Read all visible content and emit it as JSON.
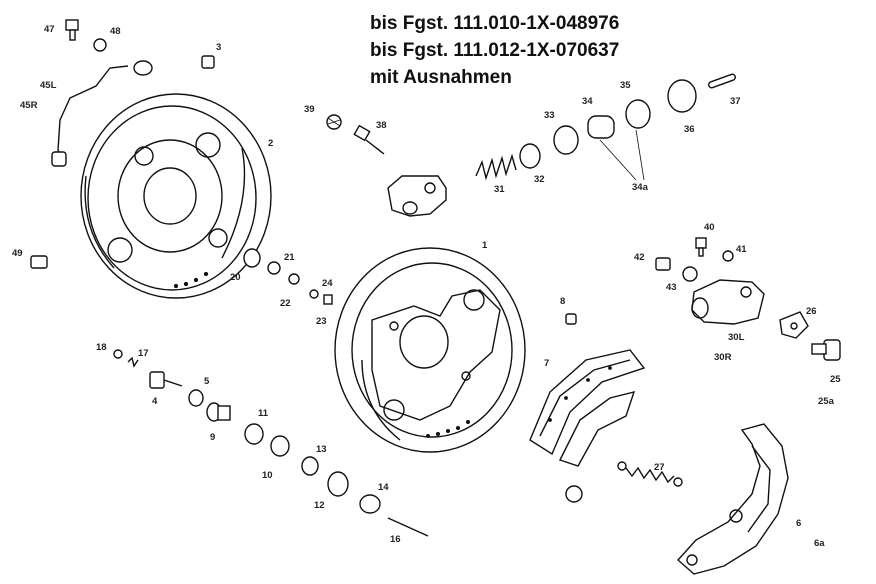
{
  "header": {
    "line1": "bis Fgst. 111.010-1X-048976",
    "line2": "bis Fgst. 111.012-1X-070637",
    "line3": "mit Ausnahmen"
  },
  "labels": {
    "l1": "1",
    "l2": "2",
    "l3": "3",
    "l4": "4",
    "l5": "5",
    "l6": "6",
    "l6a": "6a",
    "l7": "7",
    "l8": "8",
    "l9": "9",
    "l10": "10",
    "l11": "11",
    "l12": "12",
    "l13": "13",
    "l14": "14",
    "l16": "16",
    "l17": "17",
    "l18": "18",
    "l20": "20",
    "l21": "21",
    "l22": "22",
    "l23": "23",
    "l24": "24",
    "l25": "25",
    "l25a": "25a",
    "l26": "26",
    "l27": "27",
    "l30L": "30L",
    "l30R": "30R",
    "l31": "31",
    "l32": "32",
    "l33": "33",
    "l34": "34",
    "l34a": "34a",
    "l35": "35",
    "l36": "36",
    "l37": "37",
    "l38": "38",
    "l39": "39",
    "l40": "40",
    "l41": "41",
    "l42": "42",
    "l43": "43",
    "l45L": "45L",
    "l45R": "45R",
    "l47": "47",
    "l48": "48",
    "l49": "49"
  }
}
